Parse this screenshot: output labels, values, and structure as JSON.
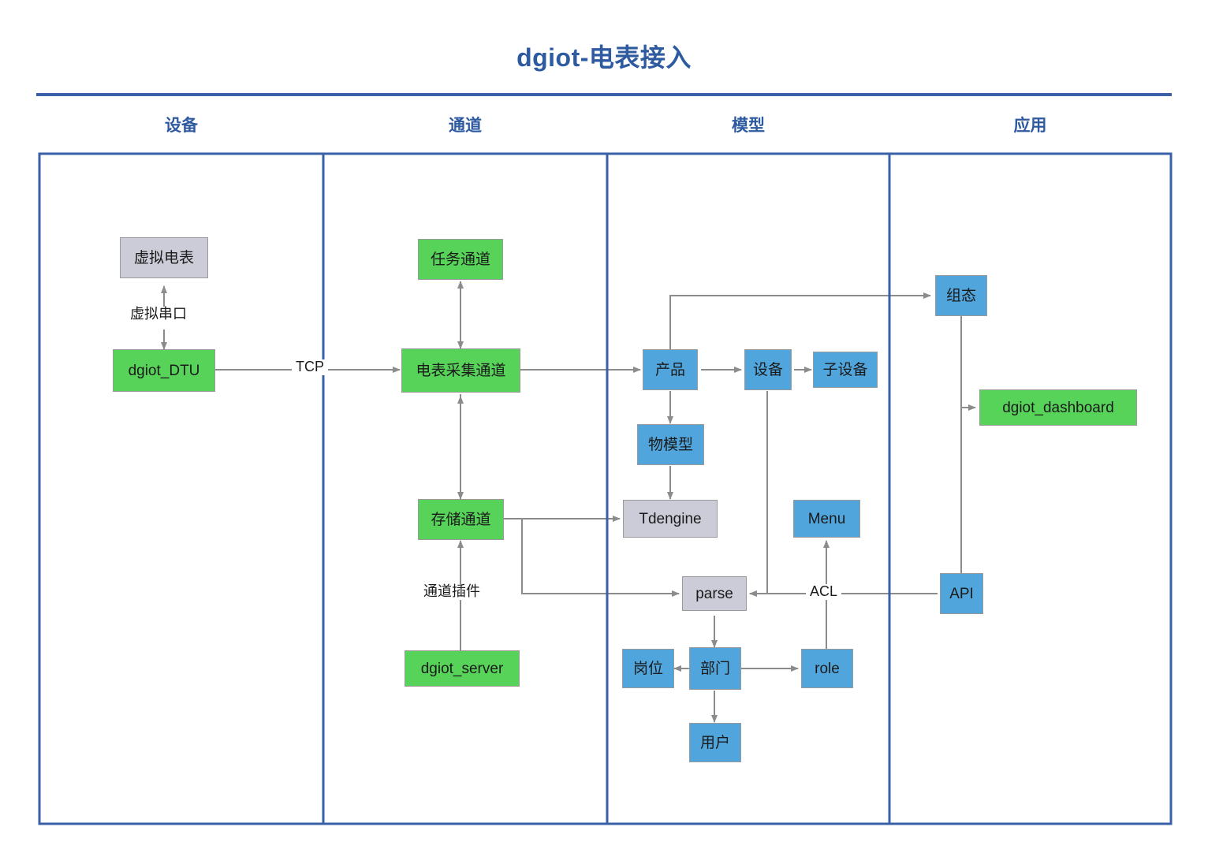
{
  "title": "dgiot-电表接入",
  "columns": [
    {
      "id": "device",
      "label": "设备"
    },
    {
      "id": "channel",
      "label": "通道"
    },
    {
      "id": "model",
      "label": "模型"
    },
    {
      "id": "app",
      "label": "应用"
    }
  ],
  "colors": {
    "title": "#2E5AA0",
    "frame": "#3A61A8",
    "green": "#57D359",
    "blue": "#50A6DC",
    "gray": "#CCCCD9",
    "node_border": "#9a9a9a",
    "connector": "#8c8c8c"
  },
  "nodes": [
    {
      "id": "virtual_meter",
      "label": "虚拟电表",
      "color": "gray",
      "column": "device"
    },
    {
      "id": "dgiot_dtu",
      "label": "dgiot_DTU",
      "color": "green",
      "column": "device"
    },
    {
      "id": "task_channel",
      "label": "任务通道",
      "color": "green",
      "column": "channel"
    },
    {
      "id": "meter_channel",
      "label": "电表采集通道",
      "color": "green",
      "column": "channel"
    },
    {
      "id": "storage_channel",
      "label": "存储通道",
      "color": "green",
      "column": "channel"
    },
    {
      "id": "dgiot_server",
      "label": "dgiot_server",
      "color": "green",
      "column": "channel"
    },
    {
      "id": "product",
      "label": "产品",
      "color": "blue",
      "column": "model"
    },
    {
      "id": "device_node",
      "label": "设备",
      "color": "blue",
      "column": "model"
    },
    {
      "id": "sub_device",
      "label": "子设备",
      "color": "blue",
      "column": "model"
    },
    {
      "id": "thing_model",
      "label": "物模型",
      "color": "blue",
      "column": "model"
    },
    {
      "id": "tdengine",
      "label": "Tdengine",
      "color": "gray",
      "column": "model"
    },
    {
      "id": "menu",
      "label": "Menu",
      "color": "blue",
      "column": "model"
    },
    {
      "id": "parse",
      "label": "parse",
      "color": "gray",
      "column": "model"
    },
    {
      "id": "post",
      "label": "岗位",
      "color": "blue",
      "column": "model"
    },
    {
      "id": "department",
      "label": "部门",
      "color": "blue",
      "column": "model"
    },
    {
      "id": "role",
      "label": "role",
      "color": "blue",
      "column": "model"
    },
    {
      "id": "user",
      "label": "用户",
      "color": "blue",
      "column": "model"
    },
    {
      "id": "scada",
      "label": "组态",
      "color": "blue",
      "column": "app"
    },
    {
      "id": "dgiot_dashboard",
      "label": "dgiot_dashboard",
      "color": "green",
      "column": "app"
    },
    {
      "id": "api",
      "label": "API",
      "color": "blue",
      "column": "app"
    }
  ],
  "edge_labels": [
    {
      "id": "virtual_serial",
      "label": "虚拟串口"
    },
    {
      "id": "tcp",
      "label": "TCP"
    },
    {
      "id": "channel_plugin",
      "label": "通道插件"
    },
    {
      "id": "acl",
      "label": "ACL"
    }
  ]
}
